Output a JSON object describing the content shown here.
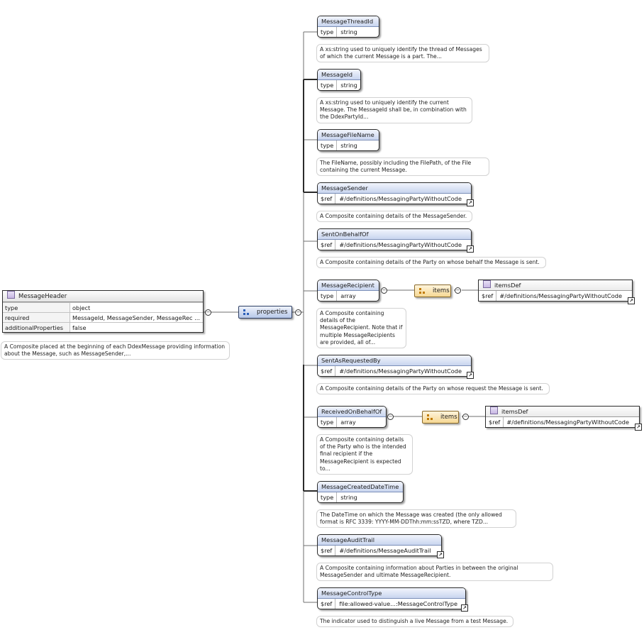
{
  "root": {
    "title": "MessageHeader",
    "rows": [
      {
        "key": "type",
        "value": "object"
      },
      {
        "key": "required",
        "value": "MessageId, MessageSender, MessageRec ..."
      },
      {
        "key": "additionalProperties",
        "value": "false"
      }
    ],
    "note": "A Composite placed at the beginning of each DdexMessage providing information about the Message, such as MessageSender,..."
  },
  "properties_label": "properties",
  "items_label": "items",
  "items_def_label": "itemsDef",
  "items_def_ref_key": "$ref",
  "items_def_ref_value": "#/definitions/MessagingPartyWithoutCode",
  "collapse_symbol": "−",
  "ref_symbol": "↗",
  "colors": {
    "property_header": "#c8d5ef",
    "items_fill": "#f6d894",
    "object_icon": "#c8b8e4",
    "connector": "#6f6f6f"
  },
  "props": [
    {
      "name": "MessageThreadId",
      "key": "type",
      "value": "string",
      "note": "A xs:string used to uniquely identify the thread of Messages of which the current Message is a part. The..."
    },
    {
      "name": "MessageId",
      "key": "type",
      "value": "string",
      "note": "A xs:string used to uniquely identify the current Message. The MessageId shall be, in combination with the DdexPartyId..."
    },
    {
      "name": "MessageFileName",
      "key": "type",
      "value": "string",
      "note": "The FileName, possibly including the FilePath, of the File containing the current Message."
    },
    {
      "name": "MessageSender",
      "key": "$ref",
      "value": "#/definitions/MessagingPartyWithoutCode",
      "note": "A Composite containing details of the MessageSender."
    },
    {
      "name": "SentOnBehalfOf",
      "key": "$ref",
      "value": "#/definitions/MessagingPartyWithoutCode",
      "note": "A Composite containing details of the Party on whose behalf the Message is sent."
    },
    {
      "name": "MessageRecipient",
      "key": "type",
      "value": "array",
      "note": "A Composite containing details of the MessageRecipient. Note that if multiple MessageRecipients are provided, all of..."
    },
    {
      "name": "SentAsRequestedBy",
      "key": "$ref",
      "value": "#/definitions/MessagingPartyWithoutCode",
      "note": "A Composite containing details of the Party on whose request the Message is sent."
    },
    {
      "name": "ReceivedOnBehalfOf",
      "key": "type",
      "value": "array",
      "note": "A Composite containing details of the Party who is the intended final recipient if the MessageRecipient is expected to..."
    },
    {
      "name": "MessageCreatedDateTime",
      "key": "type",
      "value": "string",
      "note": "The DateTime on which the Message was created (the only allowed format is RFC 3339: YYYY-MM-DDThh:mm:ssTZD, where TZD..."
    },
    {
      "name": "MessageAuditTrail",
      "key": "$ref",
      "value": "#/definitions/MessageAuditTrail",
      "note": "A Composite containing information about Parties in between the original MessageSender and ultimate MessageRecipient."
    },
    {
      "name": "MessageControlType",
      "key": "$ref",
      "value": "file:allowed-value...:MessageControlType",
      "note": "The indicator used to distinguish a live Message from a test Message."
    }
  ]
}
